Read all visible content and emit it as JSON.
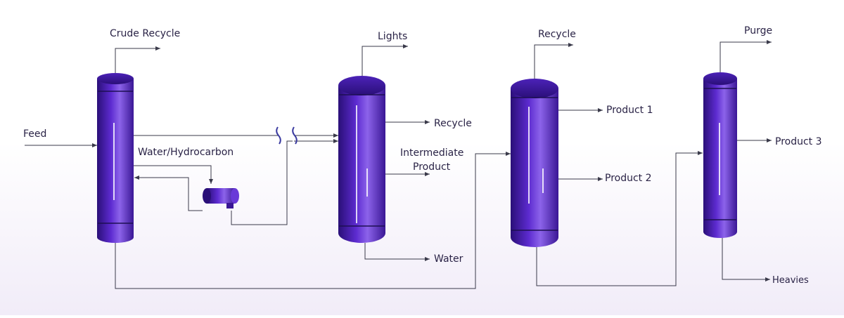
{
  "labels": {
    "feed": "Feed",
    "crude_recycle": "Crude Recycle",
    "water_hydrocarbon": "Water/Hydrocarbon",
    "lights": "Lights",
    "recycle_col2": "Recycle",
    "intermediate_line1": "Intermediate",
    "intermediate_line2": "Product",
    "water": "Water",
    "recycle_col3": "Recycle",
    "product1": "Product 1",
    "product2": "Product 2",
    "purge": "Purge",
    "product3": "Product 3",
    "heavies": "Heavies"
  },
  "colors": {
    "vessel_dark": "#2a0f78",
    "vessel_mid": "#5d2bd0",
    "vessel_light": "#8c63ea",
    "pipe": "#3a3a4a",
    "text": "#2a2346",
    "background_bottom": "#f1ecf8"
  },
  "icons": [
    "distillation-column",
    "horizontal-drum-separator",
    "pipe-break-symbol"
  ]
}
